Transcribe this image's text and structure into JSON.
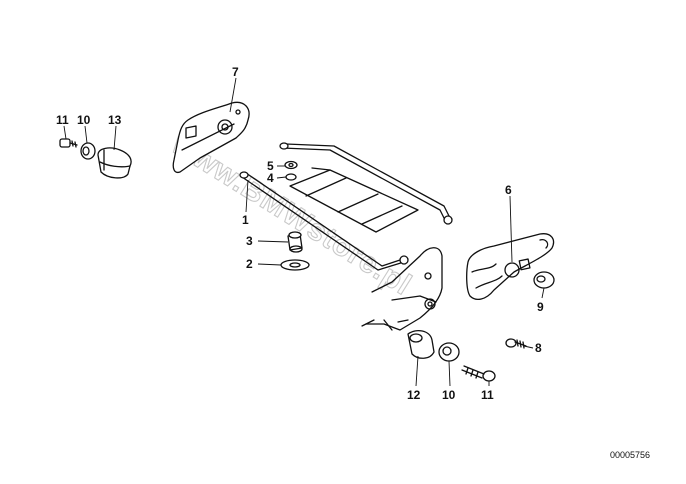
{
  "watermark_text": "www.BMWstore.pl",
  "reference_number": "00005756",
  "callouts": [
    {
      "id": "c11a",
      "label": "11"
    },
    {
      "id": "c10a",
      "label": "10"
    },
    {
      "id": "c13",
      "label": "13"
    },
    {
      "id": "c7",
      "label": "7"
    },
    {
      "id": "c5",
      "label": "5"
    },
    {
      "id": "c4",
      "label": "4"
    },
    {
      "id": "c1",
      "label": "1"
    },
    {
      "id": "c3",
      "label": "3"
    },
    {
      "id": "c2",
      "label": "2"
    },
    {
      "id": "c6",
      "label": "6"
    },
    {
      "id": "c9",
      "label": "9"
    },
    {
      "id": "c8",
      "label": "8"
    },
    {
      "id": "c12",
      "label": "12"
    },
    {
      "id": "c10b",
      "label": "10"
    },
    {
      "id": "c11b",
      "label": "11"
    }
  ]
}
